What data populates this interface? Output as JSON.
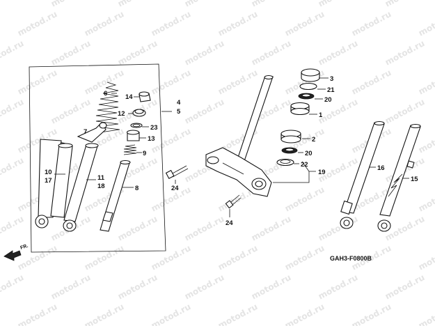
{
  "watermark": "motod.ru",
  "figure_code": "GAH3-F0800B",
  "direction_label": "FR.",
  "callouts": {
    "c1": "1",
    "c2": "2",
    "c3": "3",
    "c4": "4",
    "c5": "5",
    "c6": "6",
    "c7": "7",
    "c8": "8",
    "c9": "9",
    "c10": "10",
    "c11": "11",
    "c12": "12",
    "c13": "13",
    "c14": "14",
    "c15": "15",
    "c16": "16",
    "c17": "17",
    "c18": "18",
    "c19": "19",
    "c20a": "20",
    "c20b": "20",
    "c21": "21",
    "c22": "22",
    "c23": "23",
    "c24a": "24",
    "c24b": "24"
  }
}
